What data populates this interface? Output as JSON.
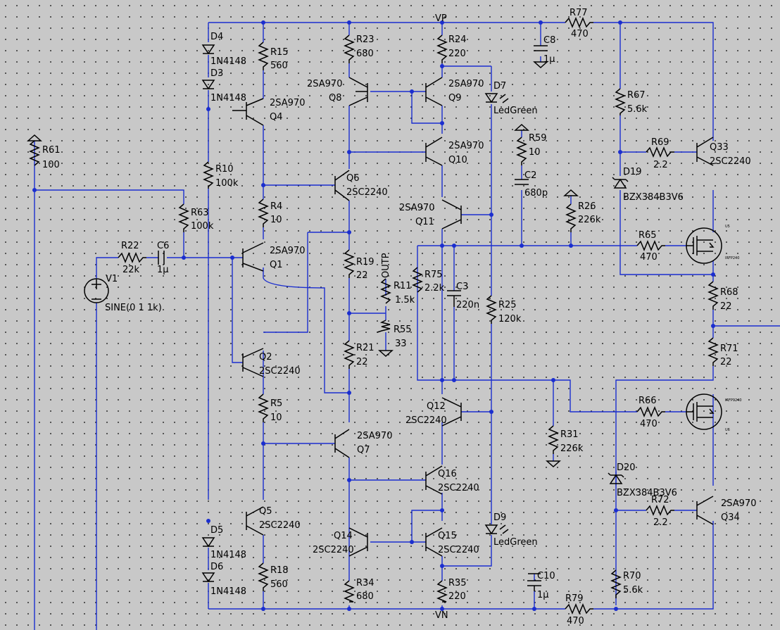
{
  "nets": {
    "vp": "VP",
    "vn": "VN",
    "outp": "OUTP"
  },
  "source": {
    "ref": "V1",
    "value": "SINE(0 1 1k)"
  },
  "resistors": [
    {
      "ref": "R15",
      "value": "560"
    },
    {
      "ref": "R23",
      "value": "680"
    },
    {
      "ref": "R24",
      "value": "220"
    },
    {
      "ref": "R77",
      "value": "470"
    },
    {
      "ref": "R67",
      "value": "5.6k"
    },
    {
      "ref": "R69",
      "value": "2.2"
    },
    {
      "ref": "R61",
      "value": "100"
    },
    {
      "ref": "R10",
      "value": "100k"
    },
    {
      "ref": "R63",
      "value": "100k"
    },
    {
      "ref": "R22",
      "value": "22k"
    },
    {
      "ref": "R4",
      "value": "10"
    },
    {
      "ref": "R19",
      "value": "22"
    },
    {
      "ref": "R11",
      "value": "1.5k"
    },
    {
      "ref": "R55",
      "value": "33"
    },
    {
      "ref": "R75",
      "value": "2.2k"
    },
    {
      "ref": "R25",
      "value": "120k"
    },
    {
      "ref": "R59",
      "value": "10"
    },
    {
      "ref": "R26",
      "value": "226k"
    },
    {
      "ref": "R65",
      "value": "470"
    },
    {
      "ref": "R68",
      "value": "22"
    },
    {
      "ref": "R21",
      "value": "22"
    },
    {
      "ref": "R71",
      "value": "22"
    },
    {
      "ref": "R5",
      "value": "10"
    },
    {
      "ref": "R66",
      "value": "470"
    },
    {
      "ref": "R31",
      "value": "226k"
    },
    {
      "ref": "R72",
      "value": "2.2"
    },
    {
      "ref": "R18",
      "value": "560"
    },
    {
      "ref": "R34",
      "value": "680"
    },
    {
      "ref": "R35",
      "value": "220"
    },
    {
      "ref": "R70",
      "value": "5.6k"
    },
    {
      "ref": "R79",
      "value": "470"
    }
  ],
  "capacitors": [
    {
      "ref": "C8",
      "value": "1µ"
    },
    {
      "ref": "C6",
      "value": "1µ"
    },
    {
      "ref": "C2",
      "value": "680p"
    },
    {
      "ref": "C3",
      "value": "220n"
    },
    {
      "ref": "C10",
      "value": "1µ"
    }
  ],
  "diodes": [
    {
      "ref": "D4",
      "value": "1N4148"
    },
    {
      "ref": "D3",
      "value": "1N4148"
    },
    {
      "ref": "D5",
      "value": "1N4148"
    },
    {
      "ref": "D6",
      "value": "1N4148"
    },
    {
      "ref": "D7",
      "value": "LedGreen"
    },
    {
      "ref": "D9",
      "value": "LedGreen"
    },
    {
      "ref": "D19",
      "value": "BZX384B3V6"
    },
    {
      "ref": "D20",
      "value": "BZX384B3V6"
    }
  ],
  "transistors": [
    {
      "ref": "Q4",
      "value": "2SA970"
    },
    {
      "ref": "Q8",
      "value": "2SA970"
    },
    {
      "ref": "Q9",
      "value": "2SA970"
    },
    {
      "ref": "Q10",
      "value": "2SA970"
    },
    {
      "ref": "Q6",
      "value": "2SC2240"
    },
    {
      "ref": "Q11",
      "value": "2SA970"
    },
    {
      "ref": "Q1",
      "value": "2SA970"
    },
    {
      "ref": "Q2",
      "value": "2SC2240"
    },
    {
      "ref": "Q12",
      "value": "2SC2240"
    },
    {
      "ref": "Q7",
      "value": "2SA970"
    },
    {
      "ref": "Q16",
      "value": "2SC2240"
    },
    {
      "ref": "Q5",
      "value": "2SC2240"
    },
    {
      "ref": "Q14",
      "value": "2SC2240"
    },
    {
      "ref": "Q15",
      "value": "2SC2240"
    },
    {
      "ref": "Q33",
      "value": "2SC2240"
    },
    {
      "ref": "Q34",
      "value": "2SA970"
    }
  ],
  "mosfets": [
    {
      "ref": "U5",
      "value": "IRFP240"
    },
    {
      "ref": "U6",
      "value": "IRFP9240"
    }
  ]
}
